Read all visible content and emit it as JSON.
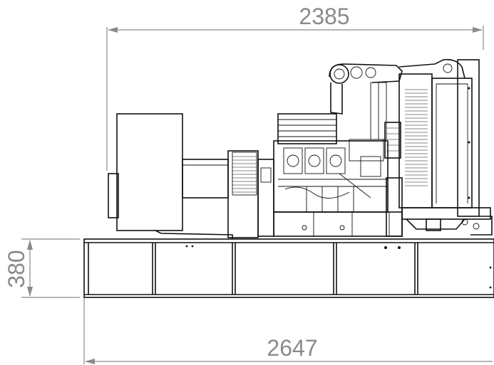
{
  "dimensions": {
    "top_width": "2385",
    "bottom_width": "2647",
    "base_height": "380"
  }
}
